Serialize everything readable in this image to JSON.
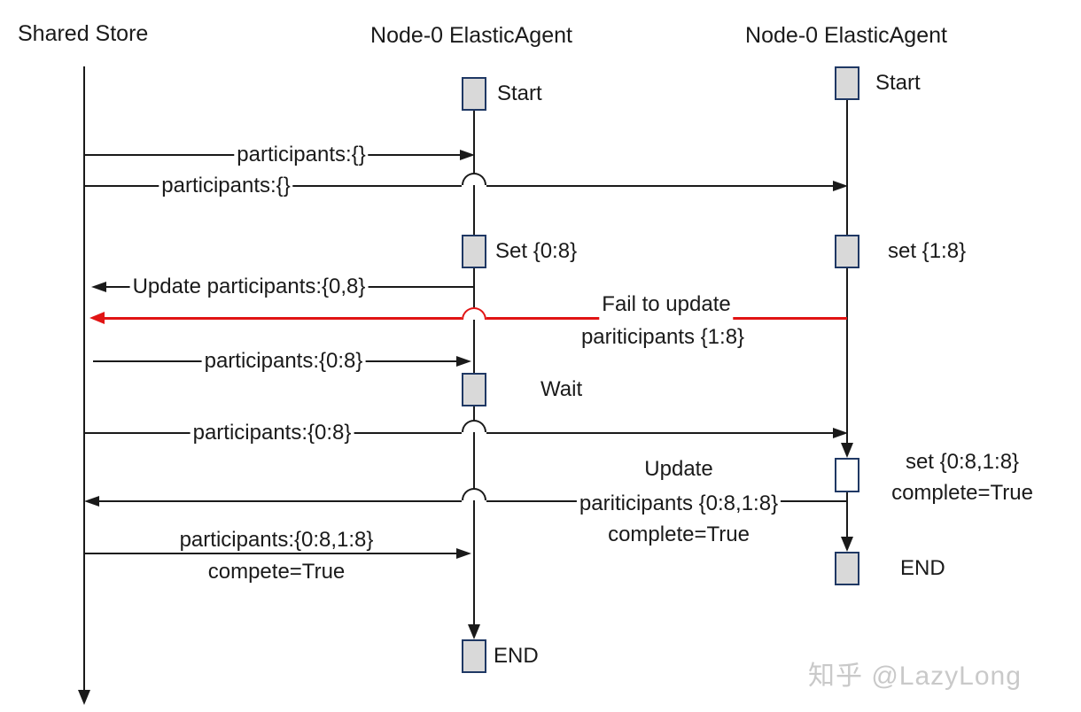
{
  "headers": {
    "store": "Shared Store",
    "agent_a": "Node-0 ElasticAgent",
    "agent_b": "Node-0 ElasticAgent"
  },
  "nodes": {
    "a_start": "Start",
    "b_start": "Start",
    "a_set": "Set {0:8}",
    "b_set": "set {1:8}",
    "a_wait": "Wait",
    "b_commit_l1": "set {0:8,1:8}",
    "b_commit_l2": "complete=True",
    "b_end": "END",
    "a_end": "END"
  },
  "messages": {
    "m1": "participants:{}",
    "m2": "participants:{}",
    "m3": "Update participants:{0,8}",
    "m4_l1": "Fail to update",
    "m4_l2": "pariticipants {1:8}",
    "m5": "participants:{0:8}",
    "m6": "participants:{0:8}",
    "m7_l1": "Update",
    "m7_l2": "pariticipants {0:8,1:8}",
    "m7_l3": "complete=True",
    "m8_l1": "participants:{0:8,1:8}",
    "m8_l2": "compete=True"
  },
  "watermark": "知乎 @LazyLong",
  "colors": {
    "line": "#1a1a1a",
    "error": "#e11414",
    "box_border": "#1f3864",
    "box_fill": "#d9d9d9",
    "watermark": "#c9c9c9"
  }
}
